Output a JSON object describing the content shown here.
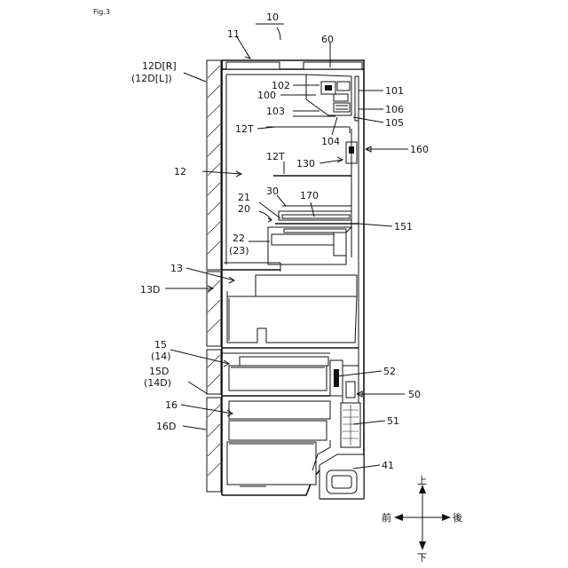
{
  "figure_label": "Fig.3",
  "title_number": "10",
  "labels": {
    "l11": "11",
    "l60": "60",
    "l12D_R": "12D[R]",
    "l12D_L": "(12D[L])",
    "l102": "102",
    "l100": "100",
    "l101": "101",
    "l103": "103",
    "l106": "106",
    "l105": "105",
    "l12T_a": "12T",
    "l104": "104",
    "l160": "160",
    "l12T_b": "12T",
    "l130": "130",
    "l12": "12",
    "l30": "30",
    "l170": "170",
    "l21": "21",
    "l20": "20",
    "l151": "151",
    "l22": "22",
    "l23": "(23)",
    "l13": "13",
    "l13D": "13D",
    "l15": "15",
    "l14": "(14)",
    "l52": "52",
    "l15D": "15D",
    "l14D": "(14D)",
    "l50": "50",
    "l16": "16",
    "l51": "51",
    "l16D": "16D",
    "l41": "41"
  },
  "directions": {
    "up": "上",
    "down": "下",
    "front": "前",
    "back": "後"
  }
}
